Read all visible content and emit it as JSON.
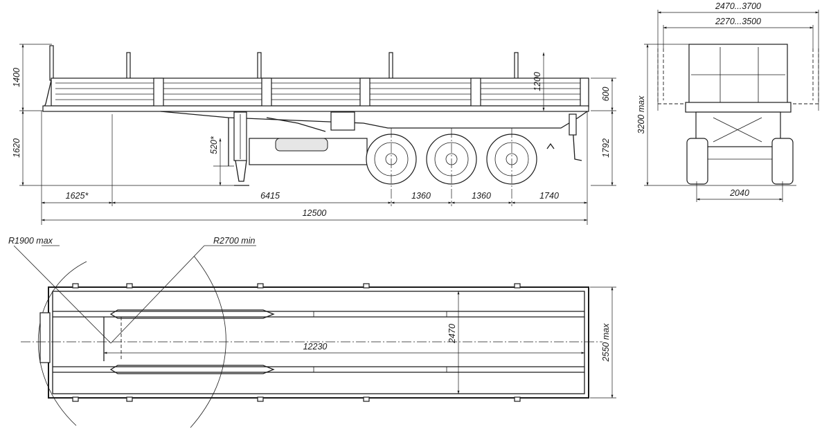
{
  "side_view": {
    "dims": {
      "stake_height": "1400",
      "frame_height": "1620",
      "stake_above_side": "1200",
      "side_height": "600",
      "deck_height": "1792",
      "leg_travel": "520*",
      "kingpin_offset": "1625*",
      "kingpin_to_axle": "6415",
      "axle_spacing_1": "1360",
      "axle_spacing_2": "1360",
      "rear_overhang": "1740",
      "overall_length": "12500"
    }
  },
  "rear_view": {
    "dims": {
      "width_range_outer": "2470...3700",
      "width_range_inner": "2270...3500",
      "max_height": "3200 max",
      "track_width": "2040"
    }
  },
  "top_view": {
    "dims": {
      "front_swing_radius": "R1900 max",
      "turning_radius": "R2700 min",
      "deck_length": "12230",
      "inner_width": "2470",
      "max_width": "2550 max"
    }
  }
}
